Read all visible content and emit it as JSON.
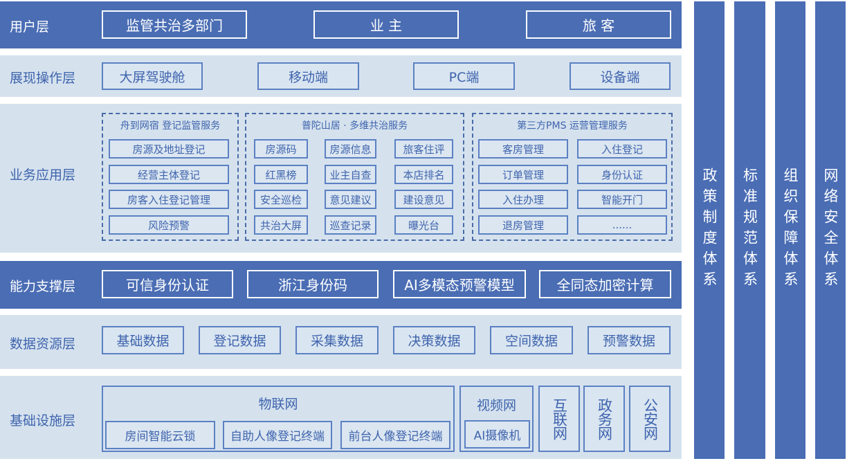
{
  "layers": {
    "user": {
      "label": "用户层",
      "items": [
        "监管共治多部门",
        "业 主",
        "旅 客"
      ]
    },
    "display": {
      "label": "展现操作层",
      "items": [
        "大屏驾驶舱",
        "移动端",
        "PC端",
        "设备端"
      ]
    },
    "business": {
      "label": "业务应用层",
      "groups": [
        {
          "title": "舟到网宿  登记监管服务",
          "items": [
            "房源及地址登记",
            "经营主体登记",
            "房客入住登记管理",
            "风险预警"
          ]
        },
        {
          "title": "普陀山居 · 多维共治服务",
          "items": [
            "房源码",
            "房源信息",
            "旅客住评",
            "红黑榜",
            "业主自查",
            "本店排名",
            "安全巡检",
            "意见建议",
            "建设意见",
            "共治大屏",
            "巡查记录",
            "曝光台"
          ]
        },
        {
          "title": "第三方PMS  运营管理服务",
          "items": [
            "客房管理",
            "入住登记",
            "订单管理",
            "身份认证",
            "入住办理",
            "智能开门",
            "退房管理",
            "......"
          ]
        }
      ]
    },
    "capability": {
      "label": "能力支撑层",
      "items": [
        "可信身份认证",
        "浙江身份码",
        "AI多模态预警模型",
        "全同态加密计算"
      ]
    },
    "data": {
      "label": "数据资源层",
      "items": [
        "基础数据",
        "登记数据",
        "采集数据",
        "决策数据",
        "空间数据",
        "预警数据"
      ]
    },
    "infra": {
      "label": "基础设施层",
      "iot": {
        "title": "物联网",
        "items": [
          "房间智能云锁",
          "自助人像登记终端",
          "前台人像登记终端"
        ]
      },
      "video": {
        "title": "视频网",
        "item": "AI摄像机"
      },
      "nets": [
        "互联网",
        "政务网",
        "公安网"
      ]
    }
  },
  "side_columns": [
    "政策制度体系",
    "标准规范体系",
    "组织保障体系",
    "网络安全体系"
  ],
  "colors": {
    "dark": "#4a6db4",
    "light": "#d5e2ee",
    "border": "#5b80c2"
  }
}
